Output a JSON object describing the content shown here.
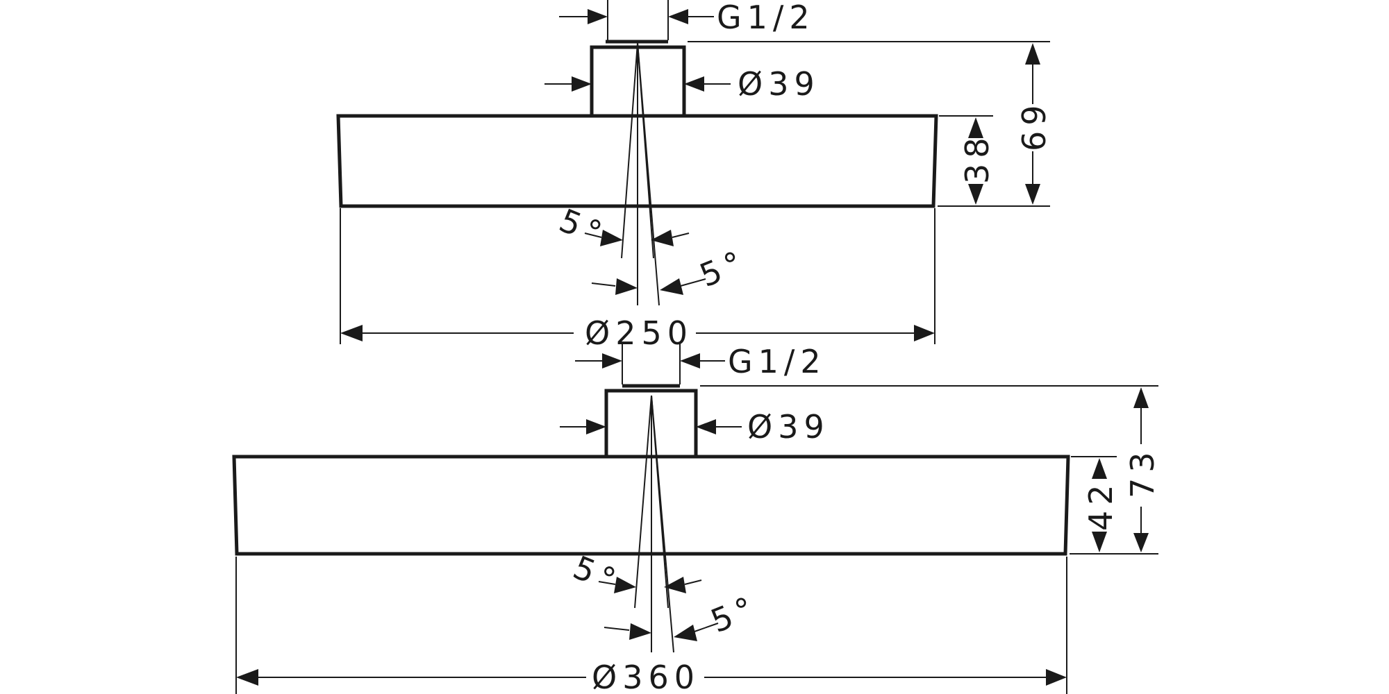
{
  "views": [
    {
      "name": "shower-head-250",
      "thread_label": "G1/2",
      "connector_diameter_label": "Ø39",
      "height_label": "69",
      "body_height_label": "38",
      "diameter_label": "Ø250",
      "tilt_label_left": "5°",
      "tilt_label_right": "5°"
    },
    {
      "name": "shower-head-360",
      "thread_label": "G1/2",
      "connector_diameter_label": "Ø39",
      "height_label": "73",
      "body_height_label": "42",
      "diameter_label": "Ø360",
      "tilt_label_left": "5°",
      "tilt_label_right": "5°"
    }
  ],
  "colors": {
    "line": "#1a1a1a",
    "background": "#ffffff"
  }
}
